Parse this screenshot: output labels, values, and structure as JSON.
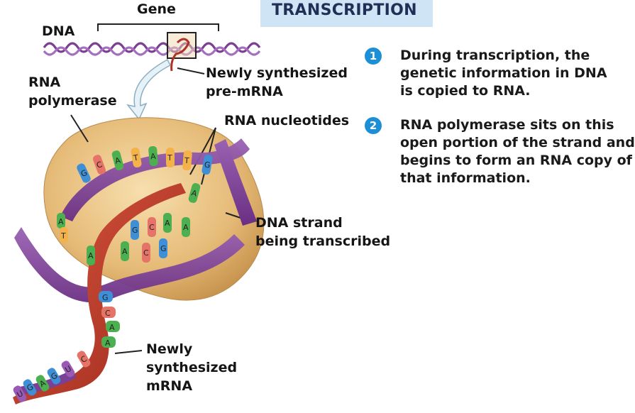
{
  "title": "TRANSCRIPTION",
  "labels": {
    "gene": "Gene",
    "dna": "DNA",
    "rna_polymerase_1": "RNA",
    "rna_polymerase_2": "polymerase",
    "newly_pre_mrna_1": "Newly synthesized",
    "newly_pre_mrna_2": "pre-mRNA",
    "rna_nucleotides": "RNA nucleotides",
    "dna_strand_1": "DNA strand",
    "dna_strand_2": "being transcribed",
    "newly_mrna_1": "Newly",
    "newly_mrna_2": "synthesized",
    "newly_mrna_3": "mRNA"
  },
  "steps": [
    {
      "num": "1",
      "lines": [
        "During transcription, the",
        "genetic information in DNA",
        "is copied to RNA."
      ]
    },
    {
      "num": "2",
      "lines": [
        "RNA polymerase sits on this",
        "open portion of the strand and",
        "begins to form an RNA copy of",
        "that information."
      ]
    }
  ],
  "colors": {
    "title_bg": "#cfe5f6",
    "step_circle": "#1c8fd6",
    "dna_strand": "#7b3f93",
    "rna_strand": "#c0392b",
    "polymerase": "#e9c07e",
    "nuc_A": "#4caf50",
    "nuc_C": "#e57368",
    "nuc_G": "#3f8fd6",
    "nuc_T": "#f4b24a",
    "nuc_U": "#9b59b6"
  }
}
